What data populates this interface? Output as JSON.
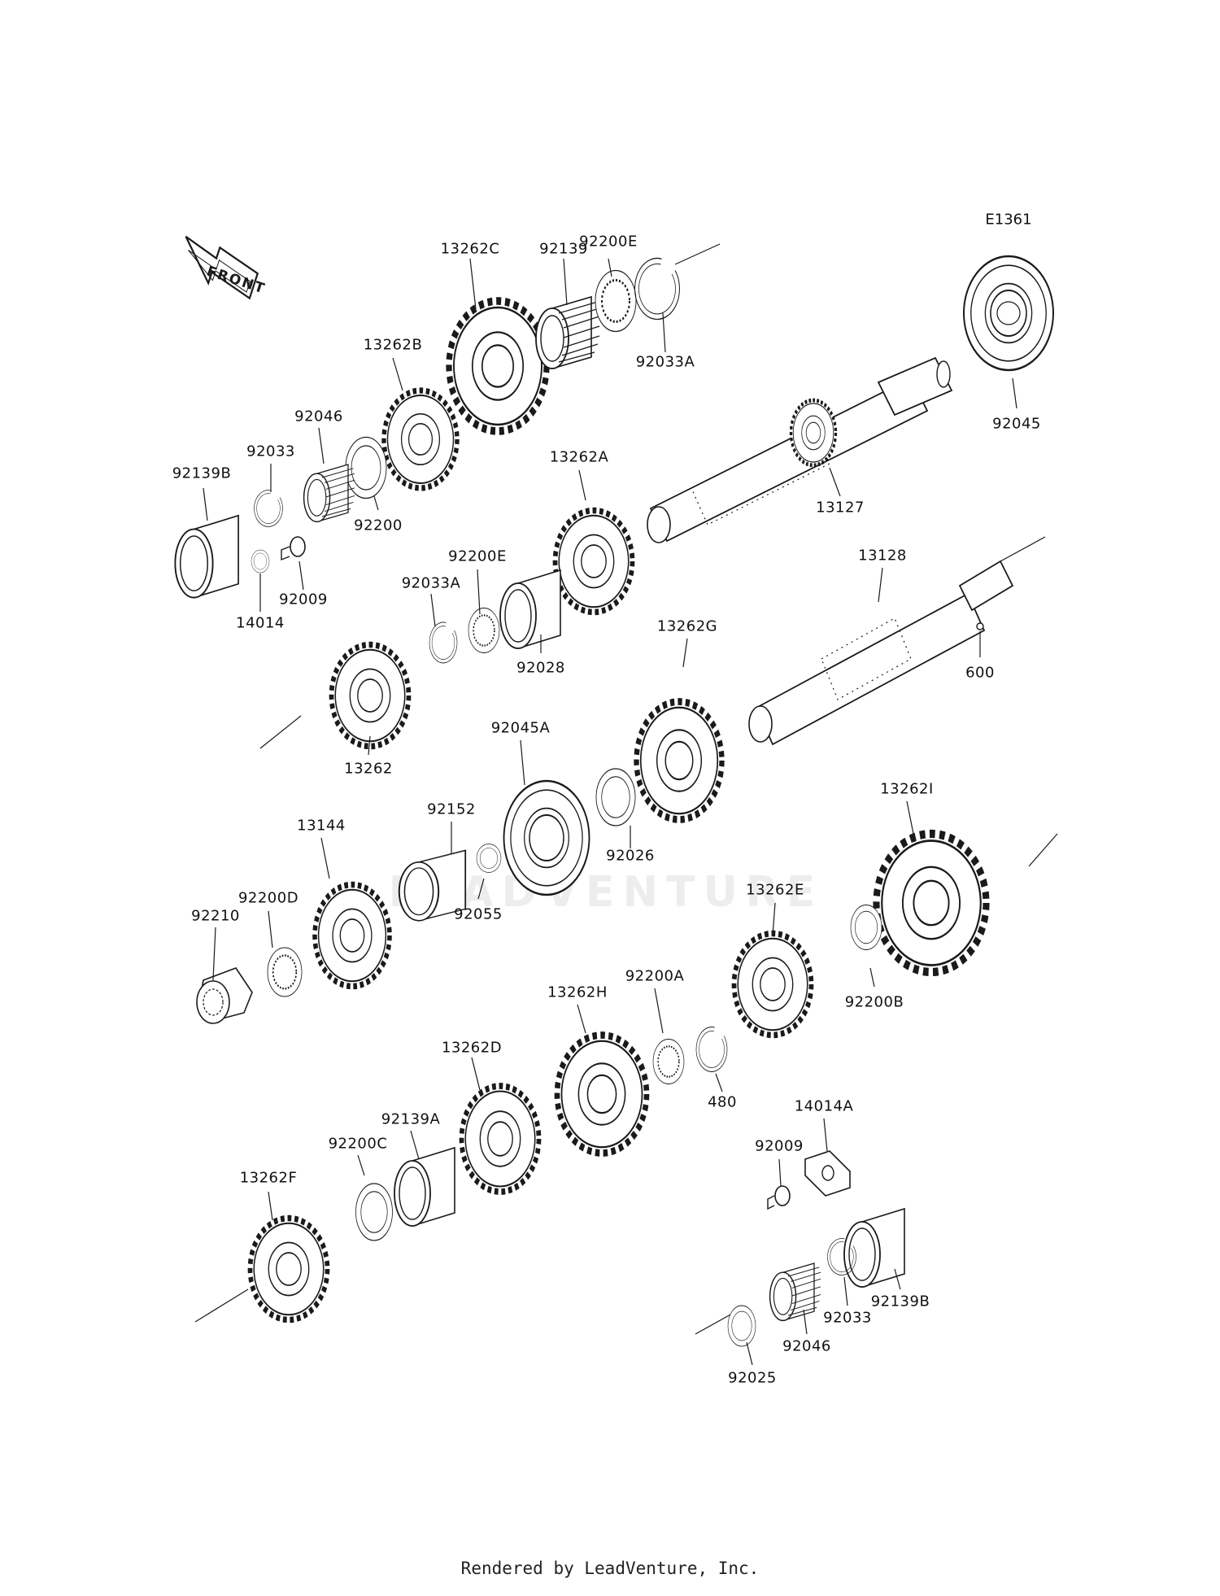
{
  "diagram": {
    "code": "E1361",
    "front_marker": "FRONT",
    "watermark": "LEADVENTURE",
    "footer": "Rendered by LeadVenture, Inc."
  },
  "parts": [
    {
      "id": "p-13262C",
      "label": "13262C"
    },
    {
      "id": "p-92139",
      "label": "92139"
    },
    {
      "id": "p-92200E-top",
      "label": "92200E"
    },
    {
      "id": "p-92033A-top",
      "label": "92033A"
    },
    {
      "id": "p-13262B",
      "label": "13262B"
    },
    {
      "id": "p-92046-top",
      "label": "92046"
    },
    {
      "id": "p-92033-top",
      "label": "92033"
    },
    {
      "id": "p-92139B-top",
      "label": "92139B"
    },
    {
      "id": "p-92200-top",
      "label": "92200"
    },
    {
      "id": "p-92009-top",
      "label": "92009"
    },
    {
      "id": "p-14014",
      "label": "14014"
    },
    {
      "id": "p-92045",
      "label": "92045"
    },
    {
      "id": "p-13127",
      "label": "13127"
    },
    {
      "id": "p-13262A",
      "label": "13262A"
    },
    {
      "id": "p-92200E-mid",
      "label": "92200E"
    },
    {
      "id": "p-92033A-mid",
      "label": "92033A"
    },
    {
      "id": "p-92028",
      "label": "92028"
    },
    {
      "id": "p-13128",
      "label": "13128"
    },
    {
      "id": "p-600",
      "label": "600"
    },
    {
      "id": "p-13262G",
      "label": "13262G"
    },
    {
      "id": "p-13262",
      "label": "13262"
    },
    {
      "id": "p-92045A",
      "label": "92045A"
    },
    {
      "id": "p-92026",
      "label": "92026"
    },
    {
      "id": "p-13262I",
      "label": "13262I"
    },
    {
      "id": "p-92152",
      "label": "92152"
    },
    {
      "id": "p-13144",
      "label": "13144"
    },
    {
      "id": "p-92055",
      "label": "92055"
    },
    {
      "id": "p-92200D",
      "label": "92200D"
    },
    {
      "id": "p-92210",
      "label": "92210"
    },
    {
      "id": "p-13262E",
      "label": "13262E"
    },
    {
      "id": "p-92200B",
      "label": "92200B"
    },
    {
      "id": "p-92200A",
      "label": "92200A"
    },
    {
      "id": "p-13262H",
      "label": "13262H"
    },
    {
      "id": "p-480",
      "label": "480"
    },
    {
      "id": "p-13262D",
      "label": "13262D"
    },
    {
      "id": "p-14014A",
      "label": "14014A"
    },
    {
      "id": "p-92009-bot",
      "label": "92009"
    },
    {
      "id": "p-92139A",
      "label": "92139A"
    },
    {
      "id": "p-92200C",
      "label": "92200C"
    },
    {
      "id": "p-13262F",
      "label": "13262F"
    },
    {
      "id": "p-92139B-bot",
      "label": "92139B"
    },
    {
      "id": "p-92033-bot",
      "label": "92033"
    },
    {
      "id": "p-92046-bot",
      "label": "92046"
    },
    {
      "id": "p-92025",
      "label": "92025"
    }
  ]
}
